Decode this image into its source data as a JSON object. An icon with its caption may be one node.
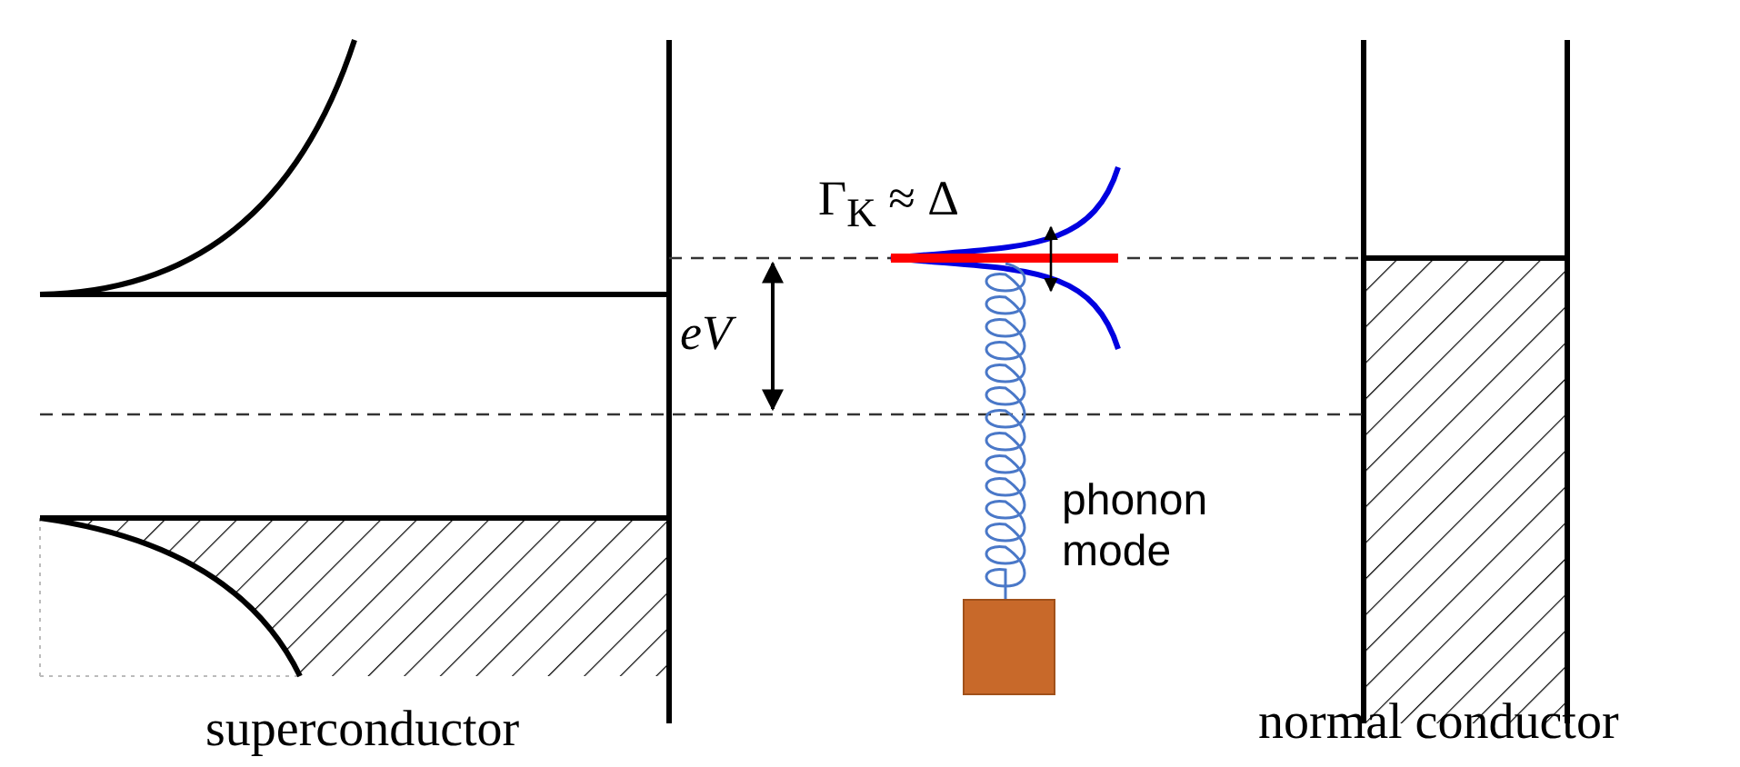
{
  "diagram": {
    "labels": [
      "Γ$_{K}$ ≈ Δ",
      "eV",
      "phonon mode",
      "superconductor",
      "normal conductor"
    ]
  }
}
